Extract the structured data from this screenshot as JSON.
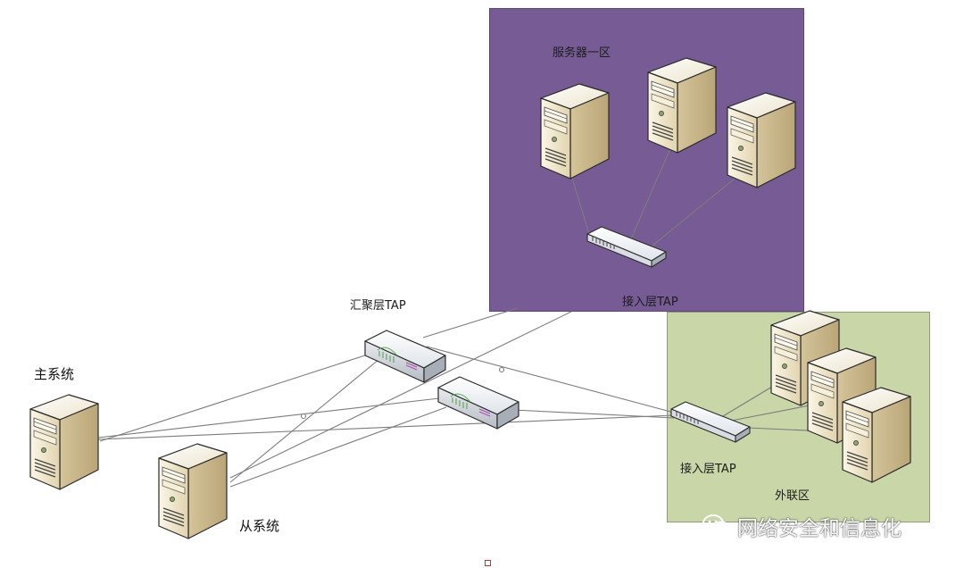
{
  "zones": {
    "server_zone_label": "服务器一区",
    "external_zone_label": "外联区"
  },
  "devices": {
    "server_access_tap_label": "接入层TAP",
    "aggregation_tap_label": "汇聚层TAP",
    "external_access_tap_label": "接入层TAP"
  },
  "systems": {
    "primary_label": "主系统",
    "secondary_label": "从系统"
  },
  "watermark": {
    "text": "网络安全和信息化",
    "icon": "wechat-icon"
  },
  "colors": {
    "server_zone": "#765b94",
    "external_zone": "#c8d6a8",
    "server_body": "#eee3c6",
    "link_line": "#7c7c7c"
  }
}
